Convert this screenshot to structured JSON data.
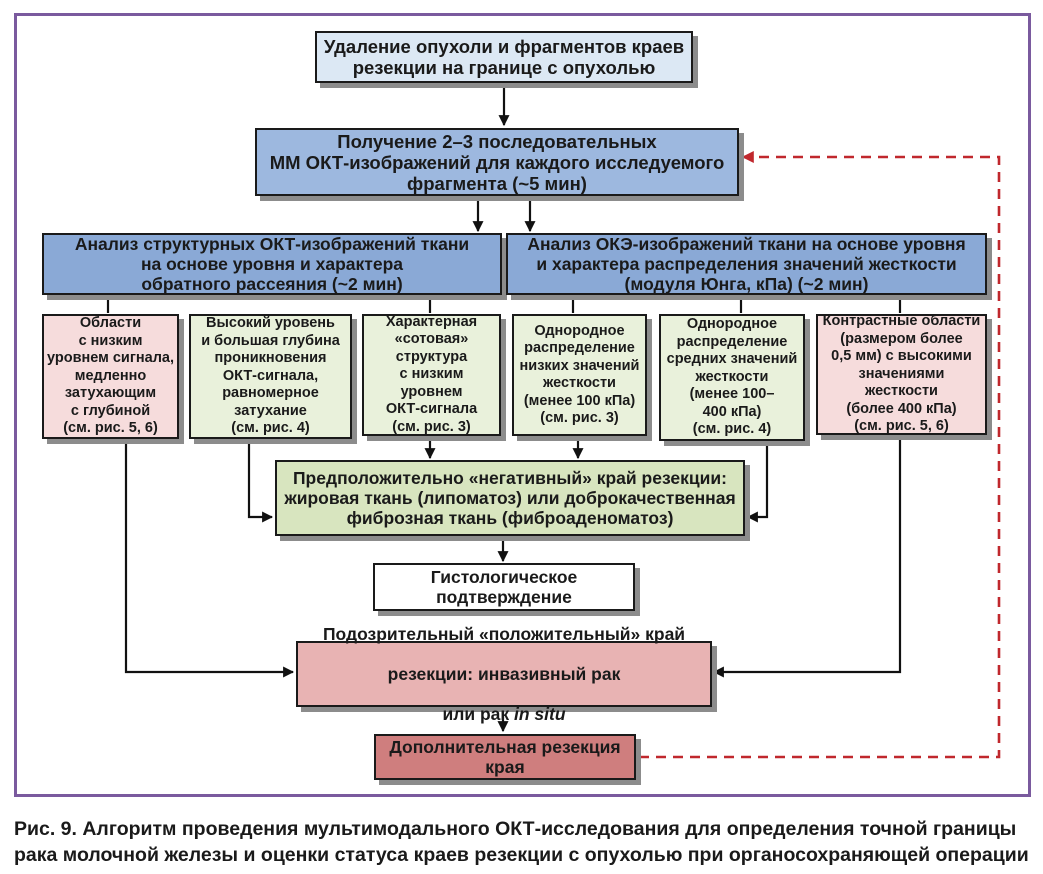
{
  "boxes": {
    "removal": "Удаление опухоли и фрагментов краев\nрезекции на границе с опухолью",
    "acquisition": "Получение 2–3 последовательных\nММ ОКТ-изображений для каждого исследуемого\nфрагмента (~5 мин)",
    "structural_analysis": "Анализ структурных ОКТ-изображений ткани\nна основе уровня и характера\nобратного рассеяния (~2 мин)",
    "elasto_analysis": "Анализ ОКЭ-изображений ткани на основе уровня\nи характера распределения значений жесткости\n(модуля Юнга, кПа) (~2 мин)",
    "low_signal": "Области\nс низким\nуровнем сигнала,\nмедленно\nзатухающим\nс глубиной\n(см. рис. 5, 6)",
    "high_level": "Высокий уровень\nи большая глубина\nпроникновения\nОКТ-сигнала,\nравномерное\nзатухание\n(см. рис. 4)",
    "honeycomb": "Характерная\n«сотовая»\nструктура\nс низким\nуровнем\nОКТ-сигнала\n(см. рис. 3)",
    "low_stiffness": "Однородное\nраспределение\nнизких значений\nжесткости\n(менее 100 кПа)\n(см. рис. 3)",
    "mid_stiffness": "Однородное\nраспределение\nсредних значений\nжесткости\n(менее 100–\n400 кПа)\n(см. рис. 4)",
    "high_stiffness": "Контрастные области\n(размером более\n0,5 мм) с высокими\nзначениями\nжесткости\n(более 400 кПа)\n(см. рис. 5, 6)",
    "negative_margin": "Предположительно «негативный» край резекции:\nжировая ткань (липоматоз) или доброкачественная\nфиброзная ткань (фиброаденоматоз)",
    "histology": "Гистологическое\nподтверждение",
    "positive_margin_1": "Подозрительный «положительный» край",
    "positive_margin_2": "резекции: инвазивный рак",
    "positive_margin_3": "или рак ",
    "positive_margin_3_em": "in situ",
    "additional_resection": "Дополнительная резекция\nкрая"
  },
  "caption": {
    "line1": "Рис. 9. Алгоритм проведения мультимодального ОКТ-исследования для определения точной границы",
    "line2": "рака молочной железы и оценки статуса краев резекции с опухолью при органосохраняющей операции"
  },
  "colors": {
    "frame": "#7a5a9e",
    "feedback_arrow": "#c0282d",
    "arrow": "#111111"
  }
}
